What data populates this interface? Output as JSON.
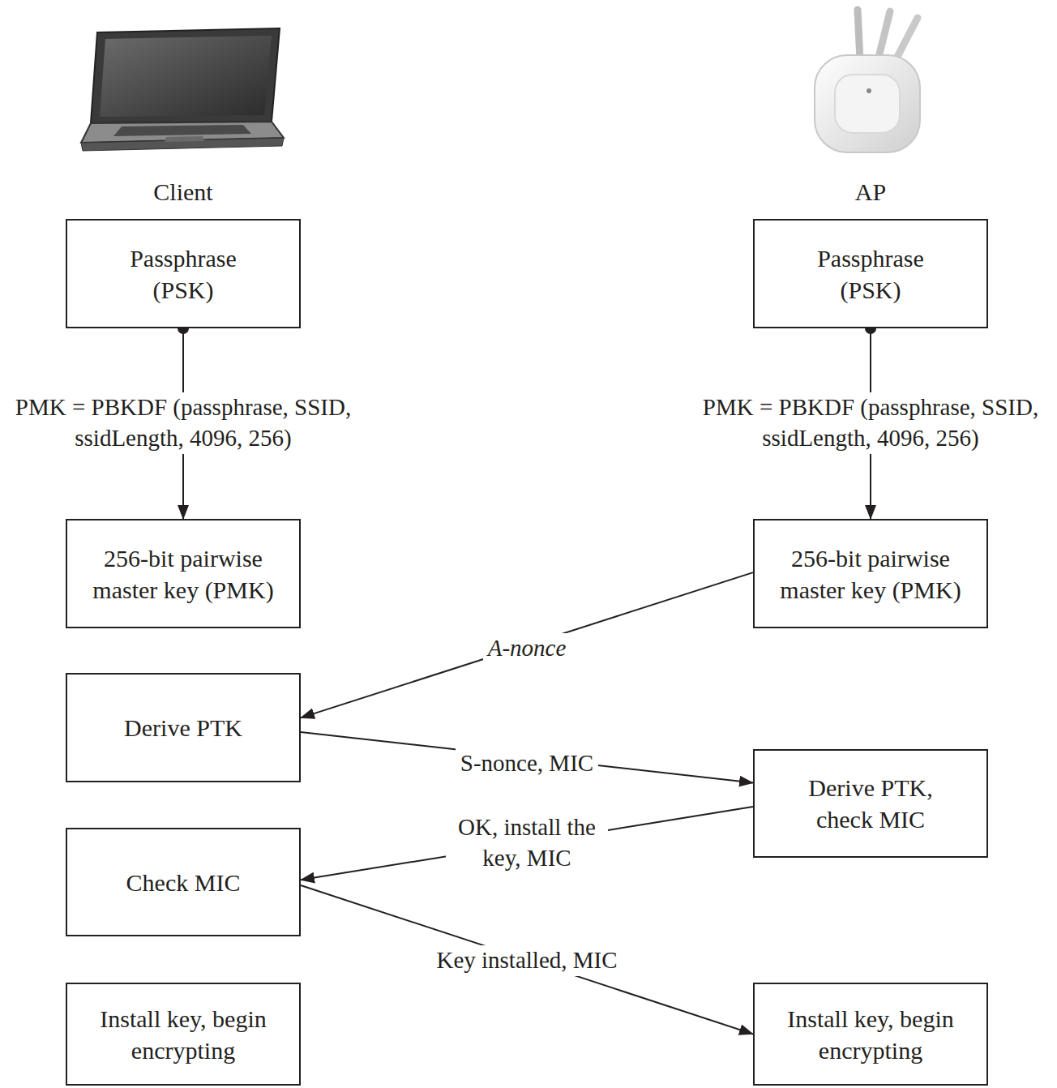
{
  "diagram": {
    "nodes": [
      {
        "text": [
          "Passphrase (PSK)"
        ]
      },
      {
        "text": [
          "Passphrase (PSK)"
        ]
      },
      {
        "text": [
          "256-bit pairwise master key (PMK)"
        ]
      },
      {
        "text": [
          "256-bit pairwise master key (PMK)"
        ]
      },
      {
        "text": [
          "Derive PTK"
        ]
      },
      {
        "text": [
          "Derive PTK, check MIC"
        ]
      },
      {
        "text": [
          "Check MIC"
        ]
      },
      {
        "text": [
          "Install key, begin encrypting"
        ]
      },
      {
        "text": [
          "Install key, begin encrypting"
        ]
      }
    ],
    "edges": [
      {
        "from": 0,
        "to": 2,
        "label": "PMK = PBKDF (passphrase, SSID, ssidLength, 4096, 256)",
        "arrow": "to"
      },
      {
        "from": 1,
        "to": 3,
        "label": "PMK = PBKDF (passphrase, SSID, ssidLength, 4096, 256)",
        "arrow": "to"
      },
      {
        "from": 3,
        "to": 4,
        "label": "A-nonce",
        "arrow": "to"
      },
      {
        "from": 4,
        "to": 5,
        "label": "S-nonce, MIC",
        "arrow": "to"
      },
      {
        "from": 5,
        "to": 6,
        "label": "OK, install the key, MIC",
        "arrow": "to"
      },
      {
        "from": 6,
        "to": 8,
        "label": "Key installed, MIC",
        "arrow": "to"
      }
    ],
    "labels": [
      "Client",
      "AP"
    ]
  }
}
